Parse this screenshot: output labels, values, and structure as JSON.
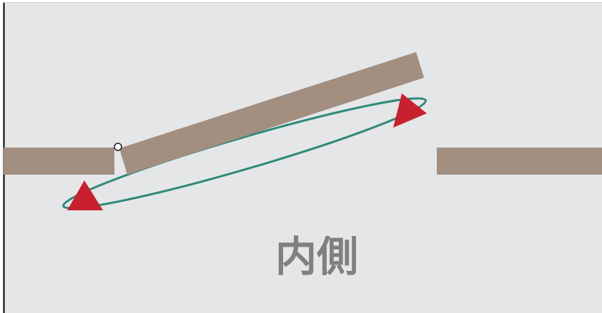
{
  "diagram": {
    "label": "内側",
    "colors": {
      "background": "#e5e6e7",
      "wall": "#a28f80",
      "door_panel": "#a28f80",
      "swing_ellipse": "#2d8a78",
      "marker": "#c8202e",
      "hinge": "#ffffff",
      "label": "#808080",
      "frame_edge": "#000000"
    },
    "icons": {
      "markers": "triangle",
      "hinge": "circle"
    }
  }
}
